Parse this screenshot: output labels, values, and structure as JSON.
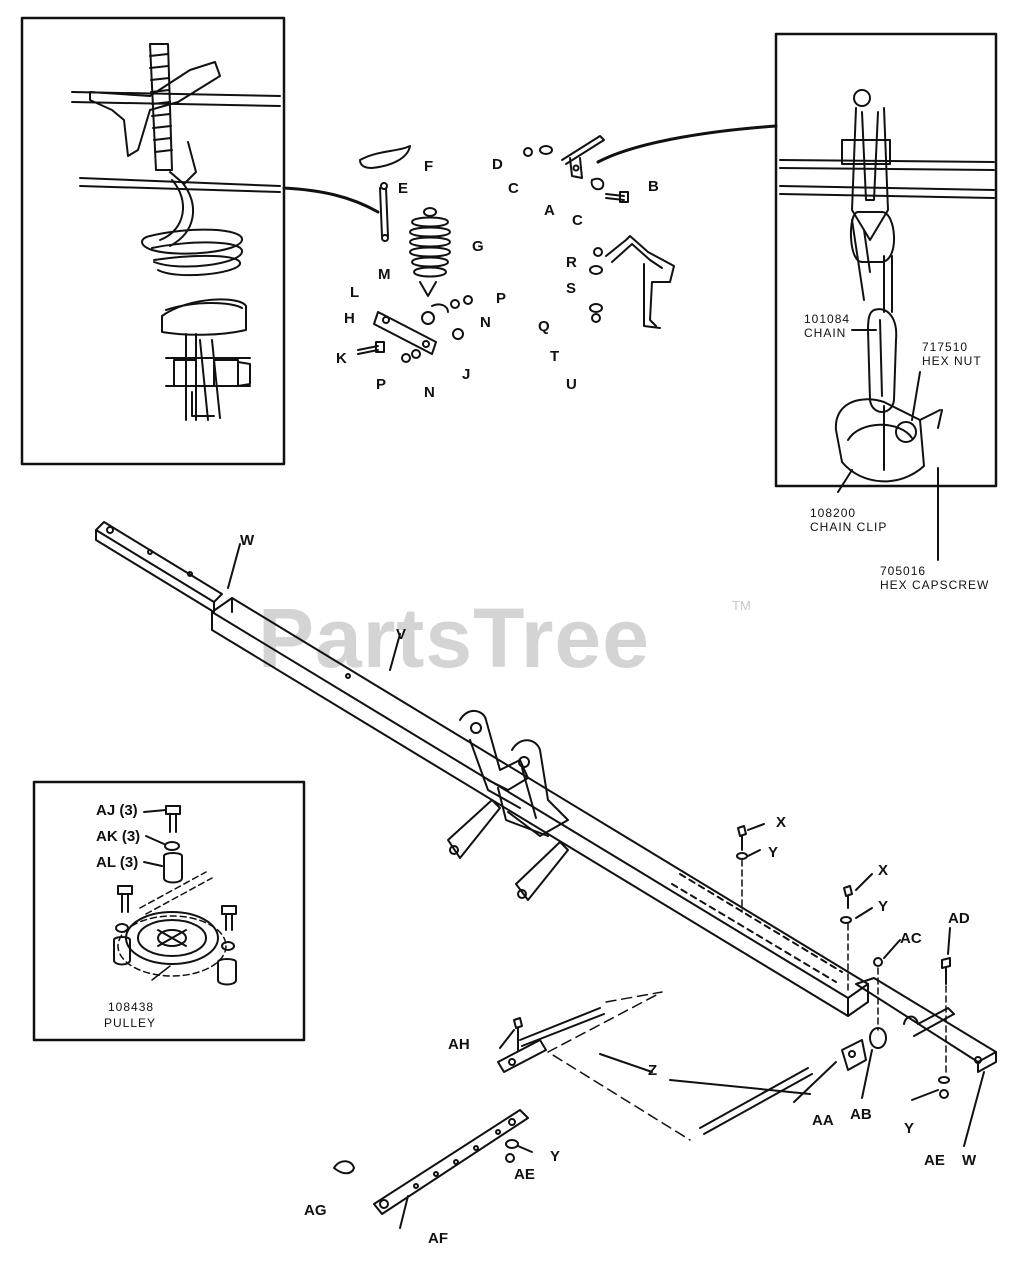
{
  "watermark": {
    "text": "PartsTree",
    "trademark": "TM"
  },
  "part_labels": {
    "a": "A",
    "b": "B",
    "c1": "C",
    "c2": "C",
    "d": "D",
    "e": "E",
    "f": "F",
    "g": "G",
    "h": "H",
    "j": "J",
    "k": "K",
    "l": "L",
    "m": "M",
    "n1": "N",
    "n2": "N",
    "p1": "P",
    "p2": "P",
    "q": "Q",
    "r": "R",
    "s": "S",
    "t": "T",
    "u": "U",
    "v": "V",
    "w1": "W",
    "w2": "W",
    "x1": "X",
    "x2": "X",
    "y1": "Y",
    "y2": "Y",
    "y3": "Y",
    "y4": "Y",
    "z": "Z",
    "aa": "AA",
    "ab": "AB",
    "ac": "AC",
    "ad": "AD",
    "ae1": "AE",
    "ae2": "AE",
    "af": "AF",
    "ag": "AG",
    "ah": "AH",
    "aj": "AJ (3)",
    "ak": "AK (3)",
    "al": "AL (3)"
  },
  "callouts": {
    "chain_num": "101084",
    "chain_name": "CHAIN",
    "hexnut_num": "717510",
    "hexnut_name": "HEX NUT",
    "chainclip_num": "108200",
    "chainclip_name": "CHAIN CLIP",
    "capscrew_num": "705016",
    "capscrew_name": "HEX CAPSCREW",
    "pulley_num": "108438",
    "pulley_name": "PULLEY"
  }
}
